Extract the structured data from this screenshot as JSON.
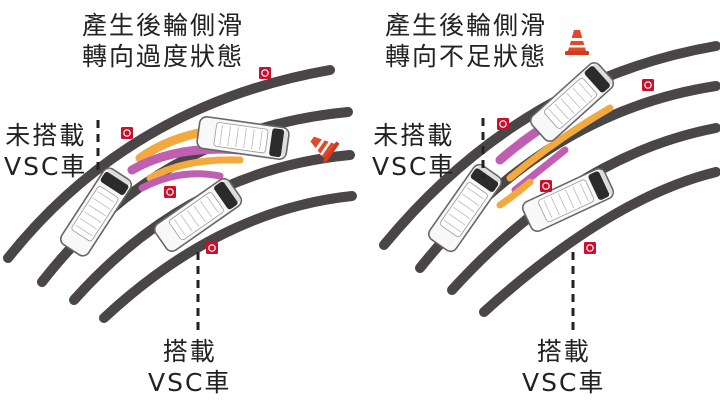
{
  "left_panel": {
    "caption": [
      "產生後輪側滑",
      "轉向過度狀態"
    ],
    "without_vsc": [
      "未搭載",
      "VSC車"
    ],
    "with_vsc": [
      "搭載",
      "VSC車"
    ]
  },
  "right_panel": {
    "caption": [
      "產生後輪側滑",
      "轉向不足狀態"
    ],
    "without_vsc": [
      "未搭載",
      "VSC車"
    ],
    "with_vsc": [
      "搭載",
      "VSC車"
    ]
  },
  "colors": {
    "road": "#4a4546",
    "path_without_vsc": "#c05fb2",
    "path_with_vsc": "#f2aa3f",
    "marker": "#c8102e",
    "cone": "#e04a2a",
    "vehicle": "#f7f7f7"
  },
  "icons": [
    "van-icon",
    "traffic-cone-icon",
    "warning-marker-icon"
  ]
}
